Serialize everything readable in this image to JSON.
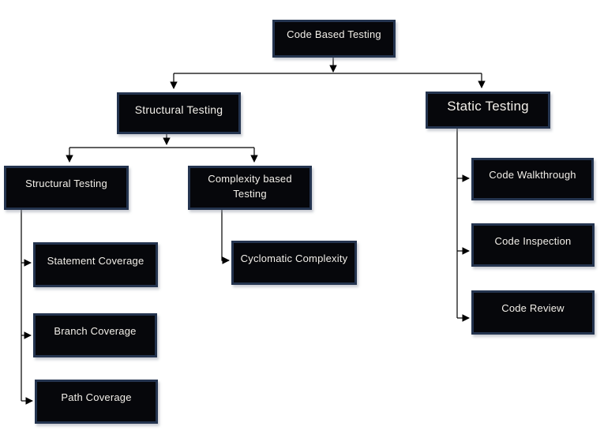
{
  "diagram": {
    "type": "hierarchy-flowchart",
    "root_label": "Code Based Testing",
    "colors": {
      "background": "#ffffff",
      "box_fill": "#06070b",
      "box_border": "#24344f",
      "box_text": "#f2efe9",
      "connector": "#000000"
    },
    "nodes": [
      {
        "id": "code-based-testing",
        "label": "Code Based Testing",
        "level": 1,
        "parent": null
      },
      {
        "id": "structural-testing",
        "label": "Structural Testing",
        "level": 2,
        "parent": "code-based-testing"
      },
      {
        "id": "static-testing",
        "label": "Static Testing",
        "level": 2,
        "parent": "code-based-testing"
      },
      {
        "id": "structural-testing-sub",
        "label": "Structural Testing",
        "level": 3,
        "parent": "structural-testing"
      },
      {
        "id": "complexity-based-testing",
        "label": "Complexity based\nTesting",
        "level": 3,
        "parent": "structural-testing"
      },
      {
        "id": "statement-coverage",
        "label": "Statement Coverage",
        "level": 4,
        "parent": "structural-testing-sub"
      },
      {
        "id": "branch-coverage",
        "label": "Branch Coverage",
        "level": 4,
        "parent": "structural-testing-sub"
      },
      {
        "id": "path-coverage",
        "label": "Path Coverage",
        "level": 4,
        "parent": "structural-testing-sub"
      },
      {
        "id": "cyclomatic-complexity",
        "label": "Cyclomatic Complexity",
        "level": 4,
        "parent": "complexity-based-testing"
      },
      {
        "id": "code-walkthrough",
        "label": "Code Walkthrough",
        "level": 3,
        "parent": "static-testing"
      },
      {
        "id": "code-inspection",
        "label": "Code Inspection",
        "level": 3,
        "parent": "static-testing"
      },
      {
        "id": "code-review",
        "label": "Code Review",
        "level": 3,
        "parent": "static-testing"
      }
    ]
  }
}
